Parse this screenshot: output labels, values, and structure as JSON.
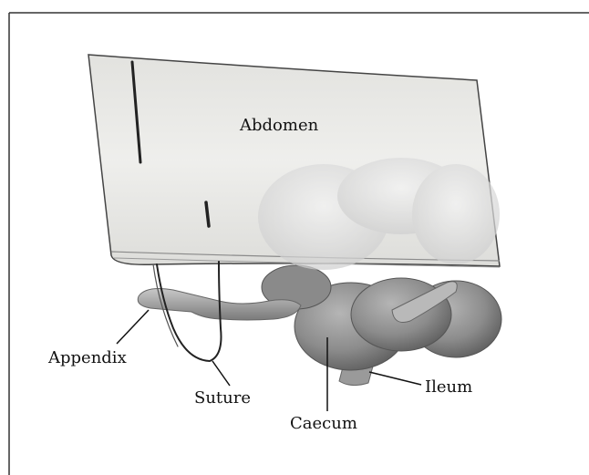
{
  "figure": {
    "labels": {
      "abdomen": "Abdomen",
      "appendix": "Appendix",
      "suture": "Suture",
      "caecum": "Caecum",
      "ileum": "Ileum"
    }
  }
}
